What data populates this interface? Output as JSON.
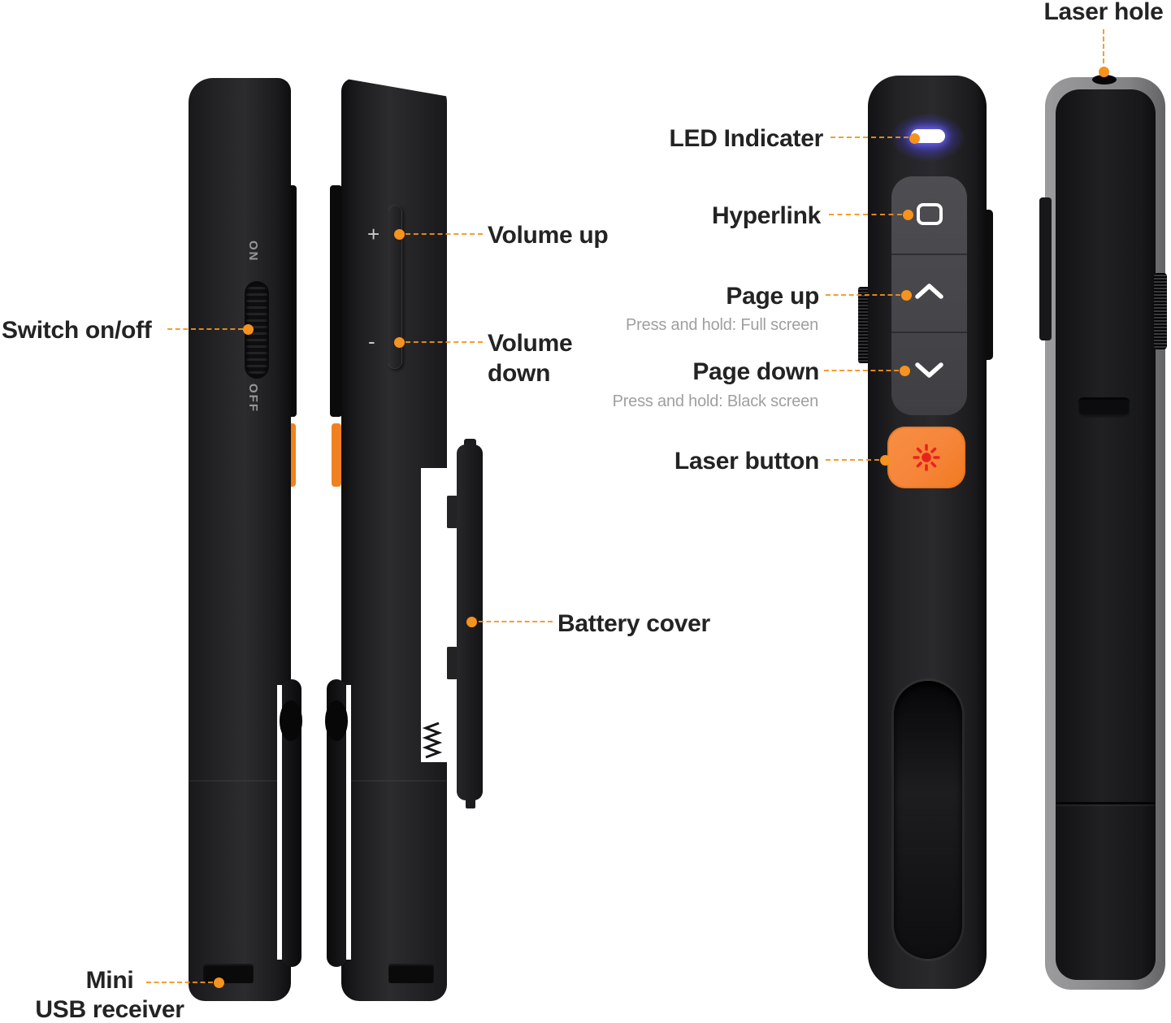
{
  "figure": {
    "type": "product-annotation-diagram",
    "product": "wireless presenter remote with laser pointer, four views"
  },
  "annotations": {
    "laser_hole": {
      "label": "Laser hole"
    },
    "led_indicator": {
      "label": "LED Indicater"
    },
    "hyperlink": {
      "label": "Hyperlink"
    },
    "page_up": {
      "label": "Page up",
      "sub": "Press and hold: Full screen"
    },
    "page_down": {
      "label": "Page down",
      "sub": "Press and hold: Black screen"
    },
    "laser_button": {
      "label": "Laser button"
    },
    "switch_on_off": {
      "label": "Switch on/off"
    },
    "volume_up": {
      "label": "Volume up"
    },
    "volume_down": {
      "label": "Volume down"
    },
    "battery_cover": {
      "label": "Battery cover"
    },
    "mini_usb_receiver": {
      "label": "Mini USB receiver",
      "lines": [
        "Mini",
        "USB receiver"
      ]
    }
  },
  "device_markings": {
    "switch_on": "ON",
    "switch_off": "OFF",
    "volume_plus": "+",
    "volume_minus": "-"
  },
  "colors": {
    "accent_orange": "#F6921E",
    "laser_button_orange": "#F6853A",
    "laser_icon_red": "#E8231B",
    "device_black": "#1F1F22",
    "button_gray": "#48484C",
    "sub_label_gray": "#9F9F9F",
    "label_black": "#232323",
    "led_glow_blue": "#4B43F0",
    "back_frame_gray": "#8F8F91"
  }
}
